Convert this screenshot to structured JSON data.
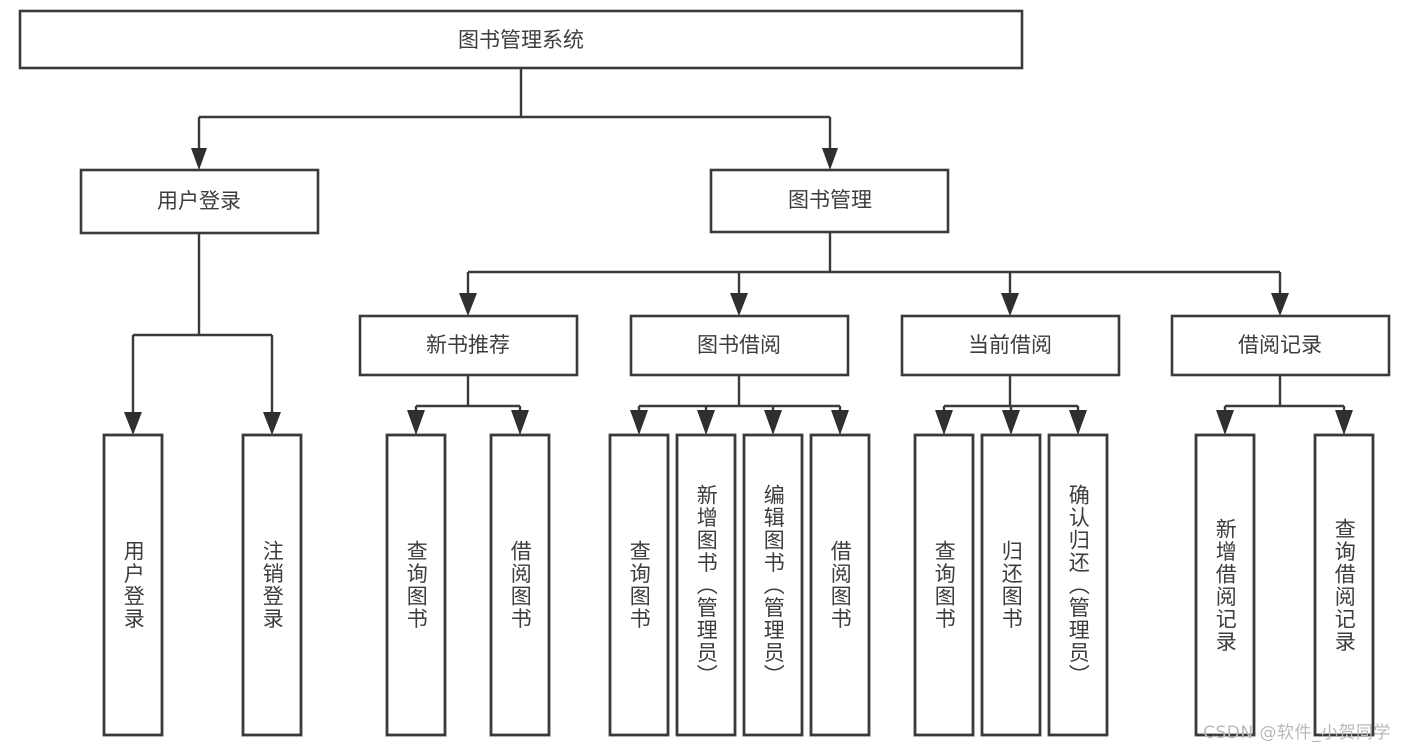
{
  "diagram": {
    "type": "tree",
    "title": "图书管理系统",
    "orientation": "top-down",
    "colors": {
      "box_stroke": "#3a3a3a",
      "box_fill": "#ffffff",
      "text": "#3d3d3d",
      "connector": "#3a3a3a",
      "background": "#ffffff",
      "watermark": "#b9b9b9"
    },
    "root": {
      "label": "图书管理系统"
    },
    "level2": [
      {
        "label": "用户登录"
      },
      {
        "label": "图书管理"
      }
    ],
    "level3": [
      {
        "label": "新书推荐"
      },
      {
        "label": "图书借阅"
      },
      {
        "label": "当前借阅"
      },
      {
        "label": "借阅记录"
      }
    ],
    "leaves": {
      "user_login": [
        {
          "label": "用户登录"
        },
        {
          "label": "注销登录"
        }
      ],
      "new_book_recommend": [
        {
          "label": "查询图书"
        },
        {
          "label": "借阅图书"
        }
      ],
      "book_borrow": [
        {
          "label": "查询图书"
        },
        {
          "label": "新增图书（管理员）"
        },
        {
          "label": "编辑图书（管理员）"
        },
        {
          "label": "借阅图书"
        }
      ],
      "current_borrow": [
        {
          "label": "查询图书"
        },
        {
          "label": "归还图书"
        },
        {
          "label": "确认归还（管理员）"
        }
      ],
      "borrow_record": [
        {
          "label": "新增借阅记录"
        },
        {
          "label": "查询借阅记录"
        }
      ]
    }
  },
  "watermark": {
    "text": "CSDN @软件_小贺同学"
  }
}
